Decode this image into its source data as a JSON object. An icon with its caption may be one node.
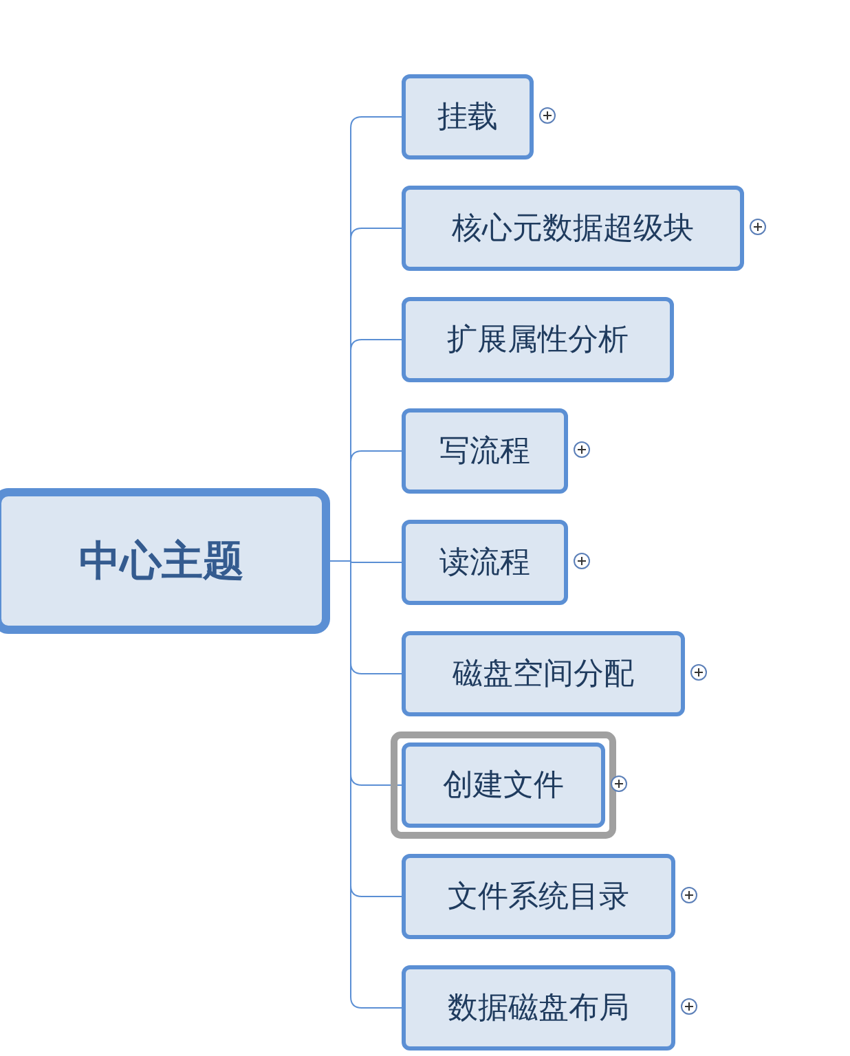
{
  "diagram": {
    "nodes": [
      {
        "text": [
          "中心主题"
        ]
      },
      {
        "text": [
          "挂载"
        ]
      },
      {
        "text": [
          "核心元数据超级块"
        ]
      },
      {
        "text": [
          "扩展属性分析"
        ]
      },
      {
        "text": [
          "写流程"
        ]
      },
      {
        "text": [
          "读流程"
        ]
      },
      {
        "text": [
          "磁盘空间分配"
        ]
      },
      {
        "text": [
          "创建文件"
        ]
      },
      {
        "text": [
          "文件系统目录"
        ]
      },
      {
        "text": [
          "数据磁盘布局"
        ]
      }
    ],
    "edges": [
      {
        "from": 0,
        "to": 1,
        "arrow": "none"
      },
      {
        "from": 0,
        "to": 2,
        "arrow": "none"
      },
      {
        "from": 0,
        "to": 3,
        "arrow": "none"
      },
      {
        "from": 0,
        "to": 4,
        "arrow": "none"
      },
      {
        "from": 0,
        "to": 5,
        "arrow": "none"
      },
      {
        "from": 0,
        "to": 6,
        "arrow": "none"
      },
      {
        "from": 0,
        "to": 7,
        "arrow": "none"
      },
      {
        "from": 0,
        "to": 8,
        "arrow": "none"
      },
      {
        "from": 0,
        "to": 9,
        "arrow": "none"
      }
    ]
  }
}
